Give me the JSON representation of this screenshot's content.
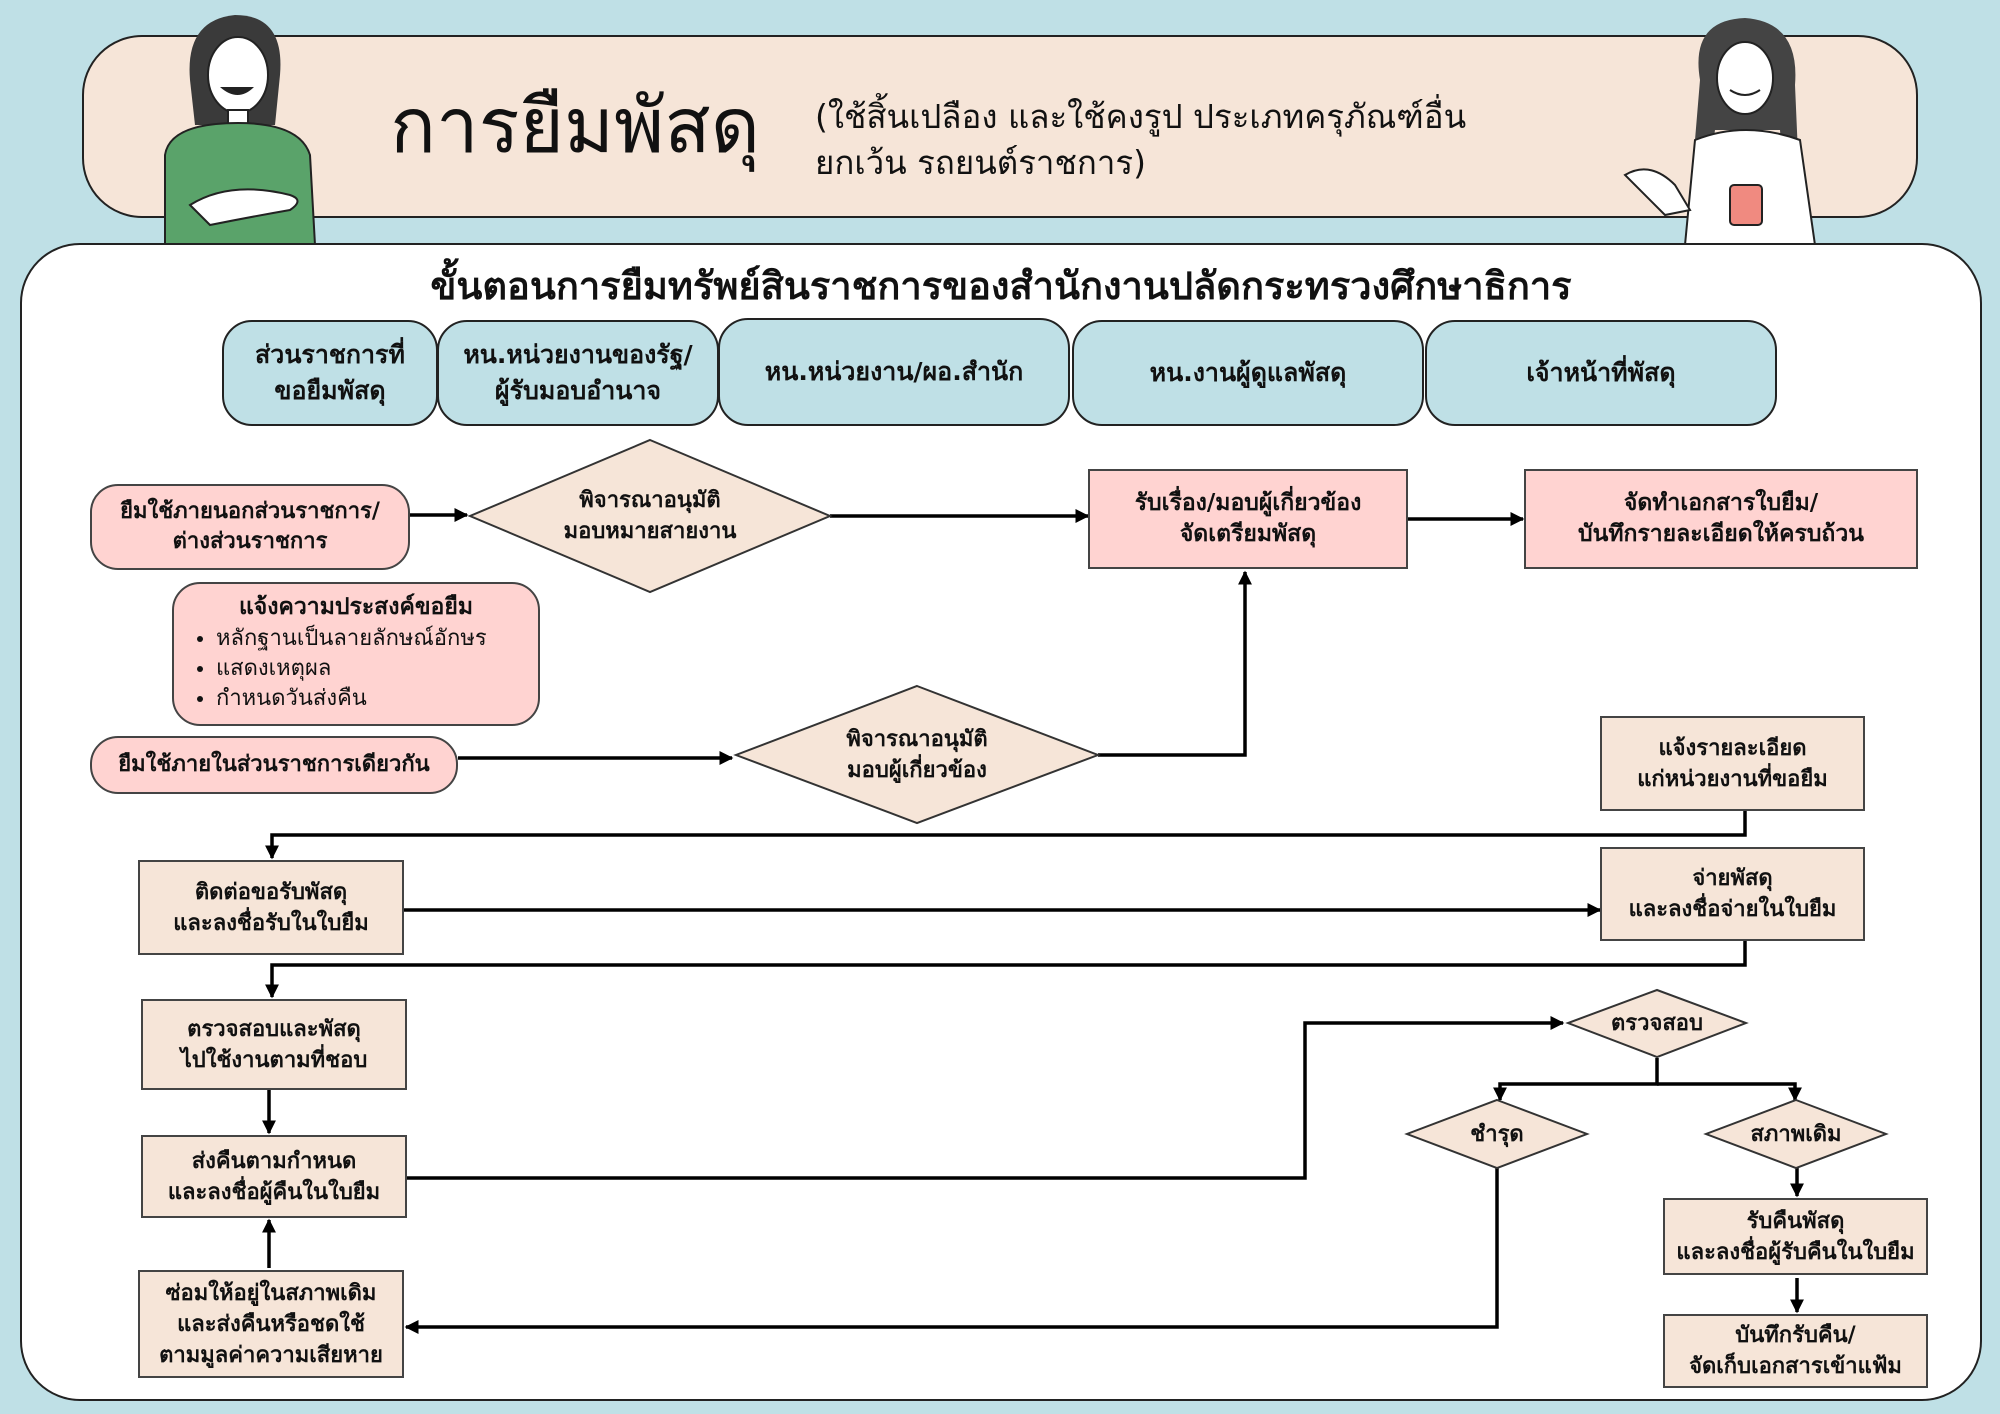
{
  "header": {
    "title": "การยืมพัสดุ",
    "subtitle": "(ใช้สิ้นเปลือง และใช้คงรูป ประเภทครุภัณฑ์อื่นยกเว้น รถยนต์ราชการ)"
  },
  "panel": {
    "title": "ขั้นตอนการยืมทรัพย์สินราชการของสำนักงานปลัดกระทรวงศึกษาธิการ"
  },
  "lanes": [
    "ส่วนราชการที่\nขอยืมพัสดุ",
    "หน.หน่วยงานของรัฐ/\nผู้รับมอบอำนาจ",
    "หน.หน่วยงาน/ผอ.สำนัก",
    "หน.งานผู้ดูแลพัสดุ",
    "เจ้าหน้าที่พัสดุ"
  ],
  "nodes": {
    "borrow_external": "ยืมใช้ภายนอกส่วนราชการ/\nต่างส่วนราชการ",
    "approve_assign_line": "พิจารณาอนุมัติ\nมอบหมายสายงาน",
    "receive_prepare": "รับเรื่อง/มอบผู้เกี่ยวข้อง\nจัดเตรียมพัสดุ",
    "prepare_docs": "จัดทำเอกสารใบยืม/\nบันทึกรายละเอียดให้ครบถ้วน",
    "notify_title": "แจ้งความประสงค์ขอยืม",
    "notify_items": [
      "หลักฐานเป็นลายลักษณ์อักษร",
      "แสดงเหตุผล",
      "กำหนดวันส่งคืน"
    ],
    "borrow_internal": "ยืมใช้ภายในส่วนราชการเดียวกัน",
    "approve_assign_related": "พิจารณาอนุมัติ\nมอบผู้เกี่ยวข้อง",
    "inform_details": "แจ้งรายละเอียด\nแก่หน่วยงานที่ขอยืม",
    "contact_receive": "ติดต่อขอรับพัสดุ\nและลงชื่อรับในใบยืม",
    "dispense": "จ่ายพัสดุ\nและลงชื่อจ่ายในใบยืม",
    "inspect_use": "ตรวจสอบและพัสดุ\nไปใช้งานตามที่ชอบ",
    "check": "ตรวจสอบ",
    "return_on_time": "ส่งคืนตามกำหนด\nและลงชื่อผู้คืนในใบยืม",
    "damaged": "ชำรุด",
    "original_condition": "สภาพเดิม",
    "receive_return": "รับคืนพัสดุ\nและลงชื่อผู้รับคืนในใบยืม",
    "repair": "ซ่อมให้อยู่ในสภาพเดิม\nและส่งคืนหรือชดใช้\nตามมูลค่าความเสียหาย",
    "record_return": "บันทึกรับคืน/\nจัดเก็บเอกสารเข้าแฟ้ม"
  },
  "colors": {
    "background": "#bfe0e6",
    "header": "#f6e5d8",
    "lane": "#bfe0e6",
    "pink": "#ffd3d1",
    "beige": "#f6e5d8"
  }
}
